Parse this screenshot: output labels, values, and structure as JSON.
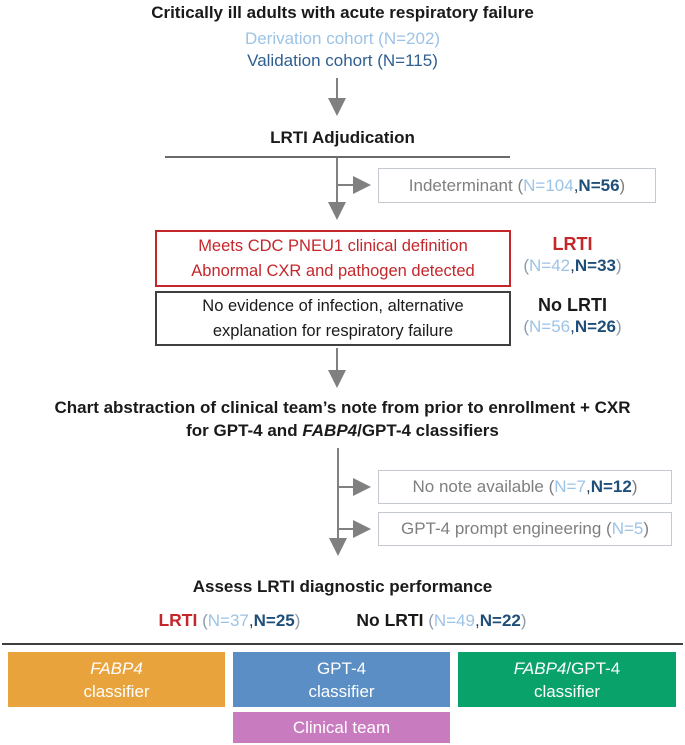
{
  "palette": {
    "derivation_blue": "#9DC3E6",
    "validation_blue": "#2E5F8F",
    "n_validation_navy": "#1F4E79",
    "gray_text": "#7F7F7F",
    "red": "#C4272B",
    "arrow_gray": "#808080",
    "classifier_orange": "#E9A33C",
    "classifier_blue": "#5B8EC4",
    "classifier_green": "#09A26B",
    "clinical_pink": "#C97BC0"
  },
  "header": {
    "title": "Critically ill adults with acute respiratory failure",
    "derivation": "Derivation cohort (N=202)",
    "validation": "Validation cohort (N=115)"
  },
  "adjudication": {
    "heading": "LRTI Adjudication",
    "indeterminant": {
      "prefix": "Indeterminant (",
      "n_derivation": "N=104",
      "comma": ",",
      "n_validation": "N=56",
      "suffix": ")"
    },
    "criteria_lrti": {
      "line1": "Meets CDC PNEU1 clinical definition",
      "line2": "Abnormal CXR and pathogen detected"
    },
    "label_lrti": {
      "title": "LRTI",
      "open": "(",
      "n_derivation": "N=42",
      "comma": ",",
      "n_validation": "N=33",
      "close": ")"
    },
    "criteria_no_lrti": {
      "line1": "No evidence of infection, alternative",
      "line2": "explanation for respiratory failure"
    },
    "label_no_lrti": {
      "title": "No LRTI",
      "open": "(",
      "n_derivation": "N=56",
      "comma": ",",
      "n_validation": "N=26",
      "close": ")"
    }
  },
  "abstraction": {
    "line1": "Chart abstraction of clinical team’s note from prior to enrollment + CXR",
    "line2_pre": "for GPT-4 and ",
    "line2_italic": "FABP4",
    "line2_post": "/GPT-4 classifiers"
  },
  "exclusions": {
    "no_note": {
      "prefix": "No note available (",
      "n_derivation": "N=7",
      "comma": ",",
      "n_validation": "N=12",
      "suffix": ")"
    },
    "prompt_engineering": {
      "prefix": "GPT-4 prompt engineering (",
      "n_derivation": "N=5",
      "suffix": ")"
    }
  },
  "assessment": {
    "heading": "Assess LRTI diagnostic performance",
    "lrti": {
      "title": "LRTI",
      "open": " (",
      "n_derivation": "N=37",
      "comma": ",",
      "n_validation": "N=25",
      "close": ")"
    },
    "no_lrti": {
      "title": "No LRTI",
      "open": " (",
      "n_derivation": "N=49",
      "comma": ",",
      "n_validation": "N=22",
      "close": ")"
    }
  },
  "classifiers": {
    "fabp4": {
      "line1": "FABP4",
      "line2": "classifier"
    },
    "gpt4": {
      "line1": "GPT-4",
      "line2": "classifier"
    },
    "combo": {
      "line1_italic": "FABP4",
      "line1_rest": "/GPT-4",
      "line2": "classifier"
    },
    "clinical_team": {
      "label": "Clinical team"
    }
  }
}
